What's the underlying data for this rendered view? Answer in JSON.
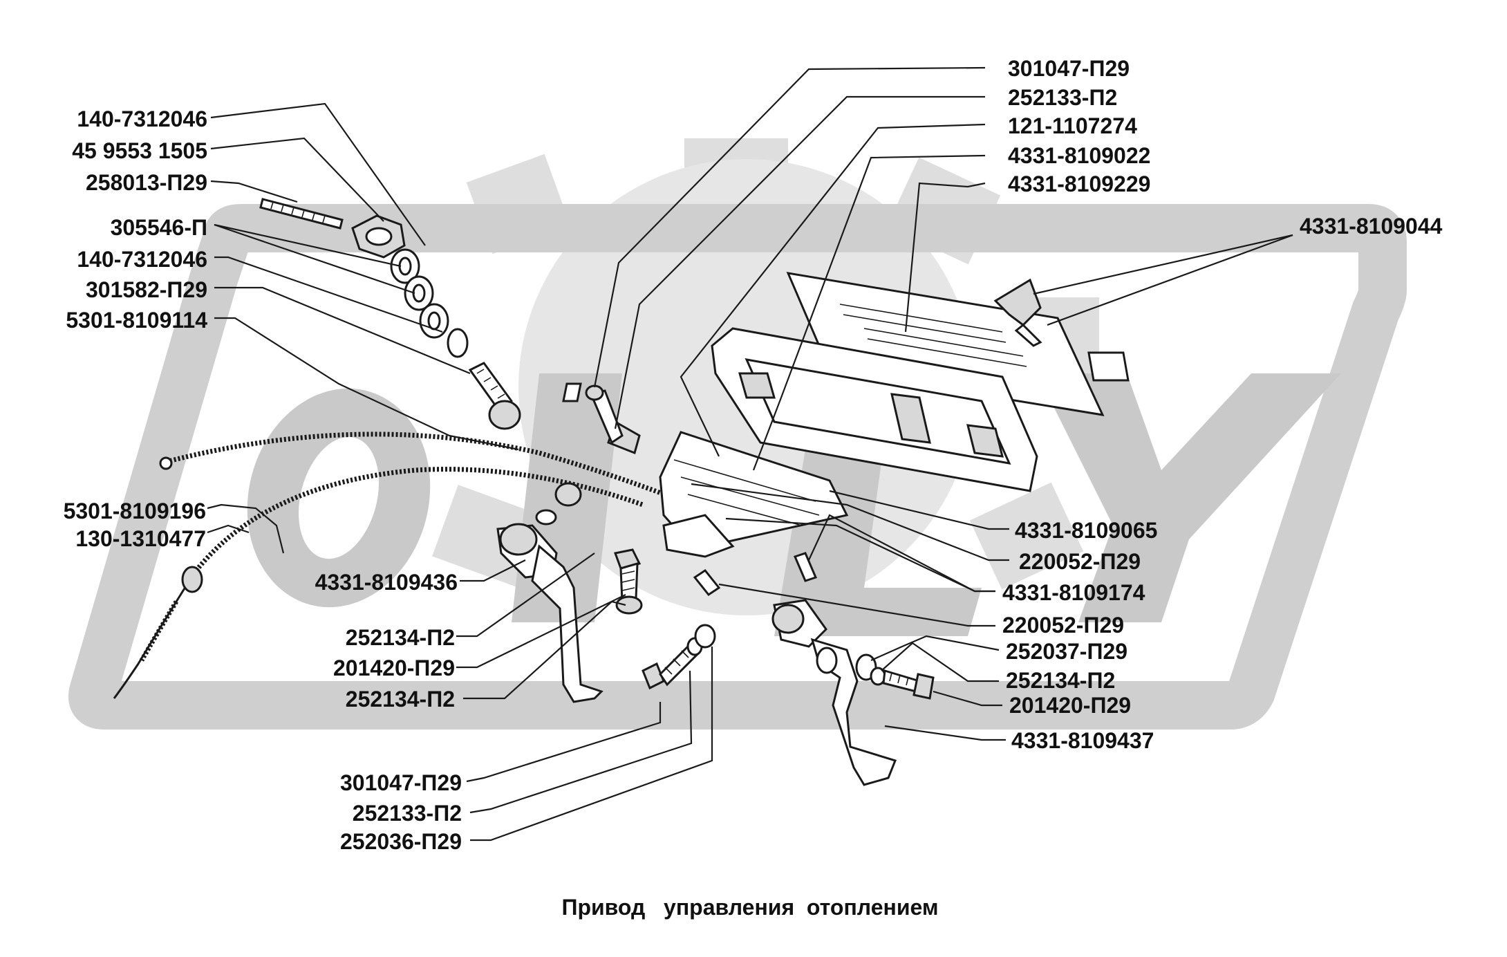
{
  "caption": "Привод   управления  отоплением",
  "colors": {
    "background": "#ffffff",
    "ink": "#111111",
    "watermark_dark": "#c9c9c9",
    "watermark_light": "#e3e3e3"
  },
  "watermark": {
    "text": "ORLY"
  },
  "labels_left": [
    "140-7312046",
    "45 9553 1505",
    "258013-П29",
    "305546-П",
    "140-7312046",
    "301582-П29",
    "5301-8109114",
    "5301-8109196",
    "130-1310477",
    "4331-8109436",
    "252134-П2",
    "201420-П29",
    "252134-П2",
    "301047-П29",
    "252133-П2",
    "252036-П29"
  ],
  "labels_right": [
    "301047-П29",
    "252133-П2",
    "121-1107274",
    "4331-8109022",
    "4331-8109229",
    "4331-8109044",
    "4331-8109065",
    "220052-П29",
    "4331-8109174",
    "220052-П29",
    "252037-П29",
    "252134-П2",
    "201420-П29",
    "4331-8109437"
  ]
}
